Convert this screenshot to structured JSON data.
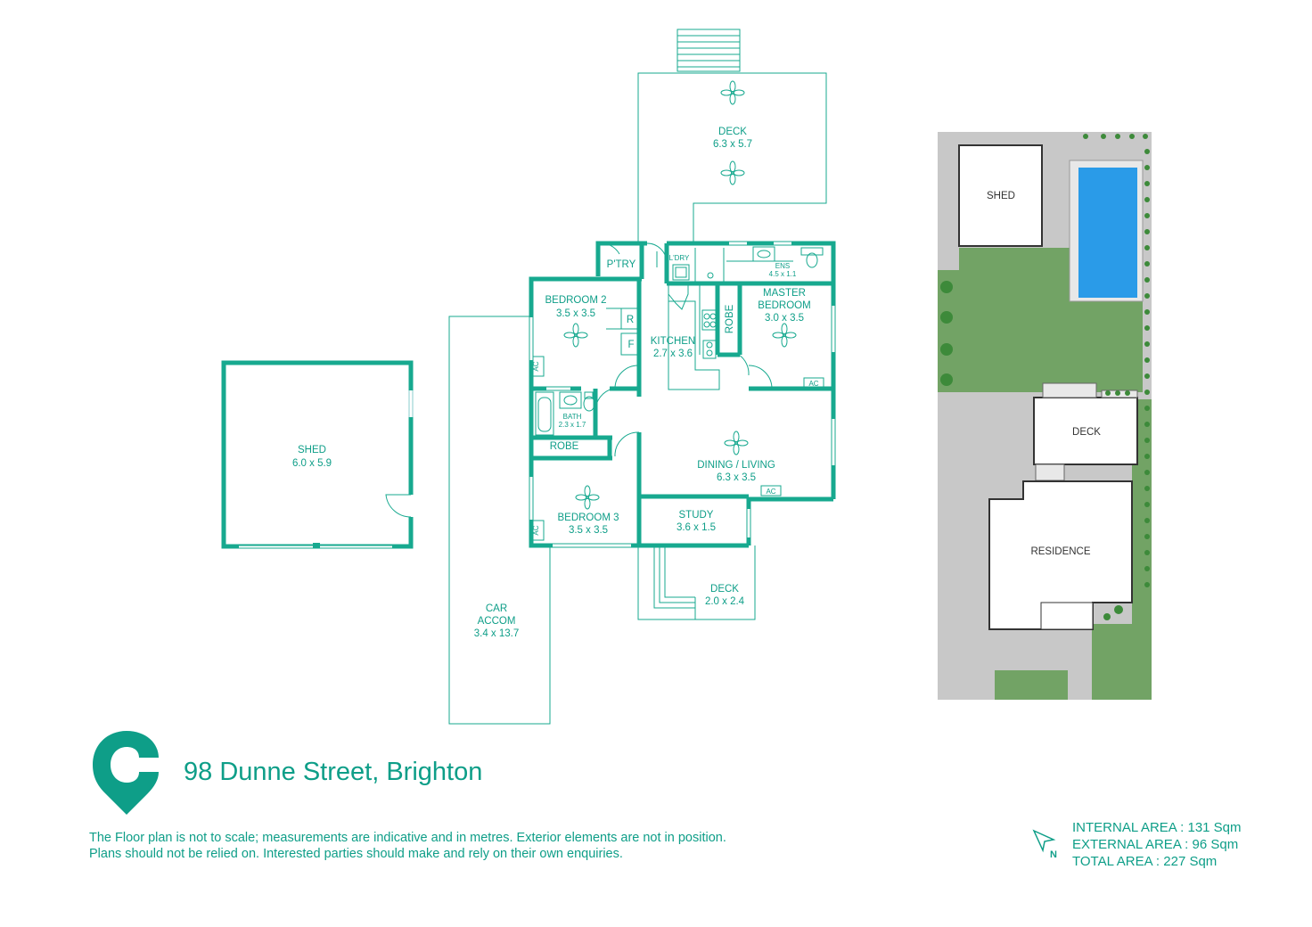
{
  "address": "98 Dunne Street, Brighton",
  "disclaimer": {
    "line1": "The Floor plan is not to scale; measurements are indicative and in metres. Exterior elements are not in position.",
    "line2": "Plans should not be relied on. Interested parties should make and rely on their own enquiries."
  },
  "areas": {
    "internal": "INTERNAL AREA : 131 Sqm",
    "external": "EXTERNAL AREA : 96 Sqm",
    "total": "TOTAL AREA : 227 Sqm"
  },
  "north_label": "N",
  "rooms": {
    "deck_top": {
      "name": "DECK",
      "size": "6.3 x 5.7"
    },
    "pantry": {
      "name": "P'TRY"
    },
    "laundry": {
      "name": "L'DRY"
    },
    "ensuite": {
      "name": "ENS",
      "size": "4.5 x 1.1"
    },
    "bedroom2": {
      "name": "BEDROOM 2",
      "size": "3.5 x 3.5"
    },
    "robe_r": {
      "name": "R"
    },
    "fridge_f": {
      "name": "F"
    },
    "kitchen": {
      "name": "KITCHEN",
      "size": "2.7 x 3.6"
    },
    "robe_master": {
      "name": "ROBE"
    },
    "master": {
      "name1": "MASTER",
      "name2": "BEDROOM",
      "size": "3.0 x 3.5"
    },
    "bath": {
      "name": "BATH",
      "size": "2.3 x 1.7"
    },
    "robe_b3": {
      "name": "ROBE"
    },
    "dining": {
      "name": "DINING / LIVING",
      "size": "6.3 x 3.5"
    },
    "bedroom3": {
      "name": "BEDROOM 3",
      "size": "3.5 x 3.5"
    },
    "study": {
      "name": "STUDY",
      "size": "3.6 x 1.5"
    },
    "deck_small": {
      "name": "DECK",
      "size": "2.0 x 2.4"
    },
    "car": {
      "name1": "CAR",
      "name2": "ACCOM",
      "size": "3.4 x 13.7"
    },
    "shed": {
      "name": "SHED",
      "size": "6.0 x 5.9"
    },
    "ac": "AC"
  },
  "site": {
    "shed": "SHED",
    "deck": "DECK",
    "residence": "RESIDENCE"
  },
  "colors": {
    "brand": "#0e9e88",
    "wall": "#17a98f",
    "lawn": "#72a365",
    "paving": "#c8c8c8",
    "pool": "#2a9be8"
  }
}
